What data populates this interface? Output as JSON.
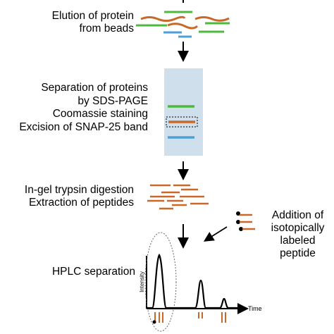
{
  "steps": {
    "elution": {
      "line1": "Elution of protein",
      "line2": "from beads"
    },
    "sds": {
      "line1": "Separation of proteins",
      "line2": "by SDS-PAGE",
      "line3": "Coomassie staining",
      "line4": "Excision of SNAP-25 band"
    },
    "digestion": {
      "line1": "In-gel trypsin digestion",
      "line2": "Extraction of peptides"
    },
    "labeled": {
      "line1": "Addition of",
      "line2": "isotopically",
      "line3": "labeled peptide"
    },
    "hplc": {
      "label": "HPLC separation"
    }
  },
  "chromatogram": {
    "y_axis_label": "Intensity",
    "x_axis_label": "Time"
  },
  "colors": {
    "protein_orange": "#c8692a",
    "protein_green": "#4cba3c",
    "protein_blue": "#4d9fdb",
    "gel_fill": "#cfdfec",
    "arrow": "#000000"
  }
}
